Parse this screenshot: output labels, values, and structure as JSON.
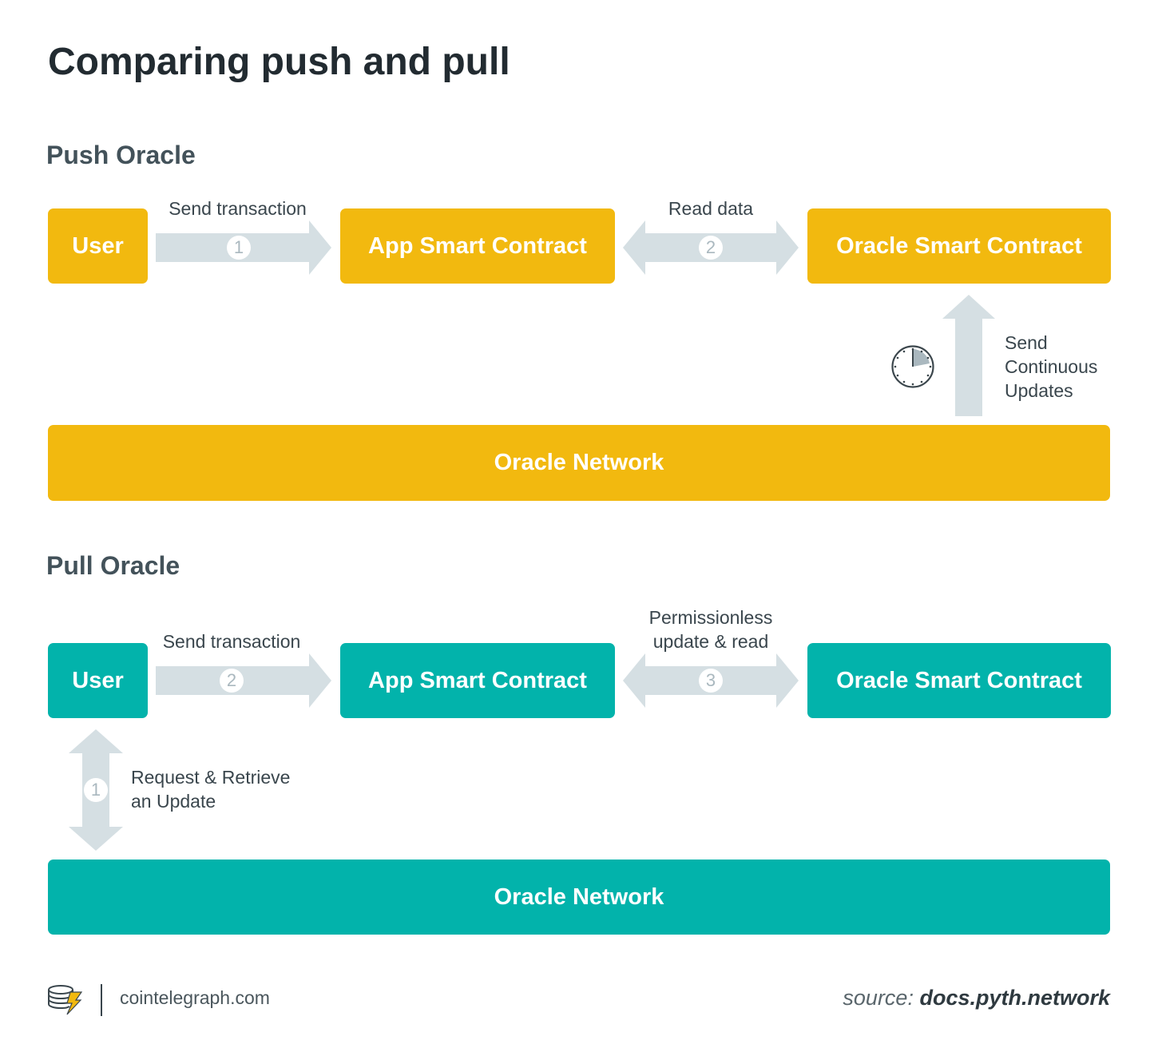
{
  "title": "Comparing push and pull",
  "push": {
    "heading": "Push Oracle",
    "user": "User",
    "app_contract": "App Smart Contract",
    "oracle_contract": "Oracle Smart Contract",
    "network": "Oracle Network",
    "step1_label": "Send transaction",
    "step1_num": "1",
    "step2_label": "Read data",
    "step2_num": "2",
    "updates_label": [
      "Send",
      "Continuous",
      "Updates"
    ],
    "clock_icon": "clock-icon",
    "color": "#f2b90f"
  },
  "pull": {
    "heading": "Pull Oracle",
    "user": "User",
    "app_contract": "App Smart Contract",
    "oracle_contract": "Oracle Smart Contract",
    "network": "Oracle Network",
    "step1_label": [
      "Request & Retrieve",
      "an Update"
    ],
    "step1_num": "1",
    "step2_label": "Send transaction",
    "step2_num": "2",
    "step3_label": [
      "Permissionless",
      "update & read"
    ],
    "step3_num": "3",
    "color": "#02b3ab"
  },
  "footer": {
    "logo_icon": "cointelegraph-logo-icon",
    "site": "cointelegraph.com",
    "source_prefix": "source:",
    "source_name": "docs.pyth.network"
  },
  "arrow_color": "#d5dfe3"
}
